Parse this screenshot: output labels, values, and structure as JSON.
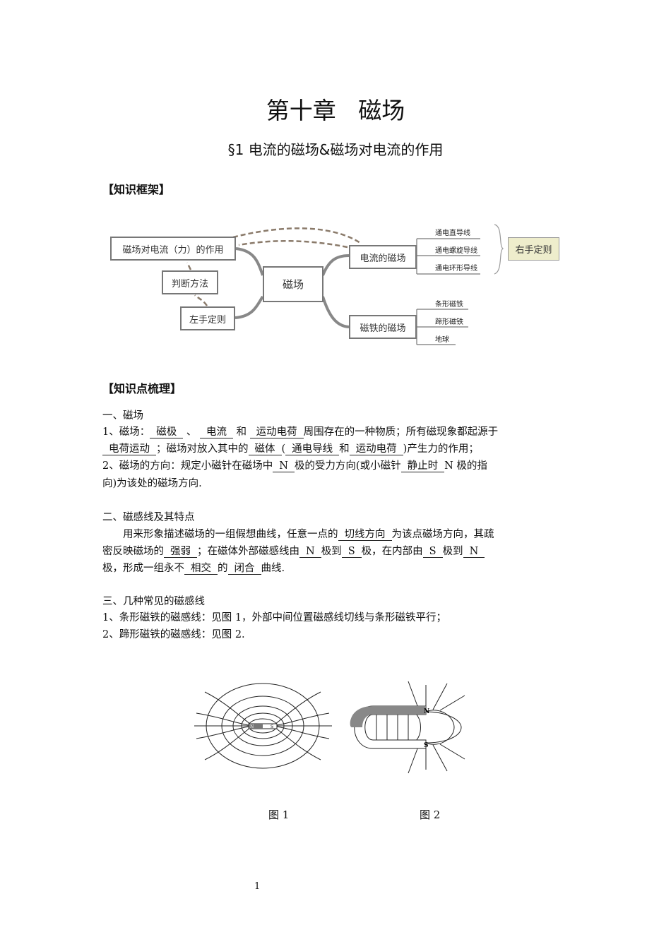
{
  "title": "第十章   磁场",
  "subtitle": "§1 电流的磁场&磁场对电流的作用",
  "section_framework": "【知识框架】",
  "section_points": "【知识点梳理】",
  "diagram": {
    "center": "磁场",
    "force": "磁场对电流（力）的作用",
    "judge": "判断方法",
    "left_hand": "左手定则",
    "current_field": "电流的磁场",
    "magnet_field": "磁铁的磁场",
    "current_leaves": [
      "通电直导线",
      "通电螺旋导线",
      "通电环形导线"
    ],
    "right_hand": "右手定则",
    "magnet_leaves": [
      "条形磁铁",
      "蹄形磁铁",
      "地球"
    ],
    "right_hand_fill": "#eeedcc"
  },
  "lines": [
    [
      {
        "t": "一、磁场"
      }
    ],
    [
      {
        "t": "1、磁场："
      },
      {
        "t": "磁极",
        "u": 1
      },
      {
        "t": " 、 "
      },
      {
        "t": "电流",
        "u": 1
      },
      {
        "t": " 和 "
      },
      {
        "t": "运动电荷",
        "u": 1
      },
      {
        "t": "周围存在的一种物质；所有磁现象都起源于"
      }
    ],
    [
      {
        "t": "电荷运动",
        "u": 1
      },
      {
        "t": "；磁场对放入其中的"
      },
      {
        "t": "磁体",
        "u": 1
      },
      {
        "t": "("
      },
      {
        "t": "通电导线",
        "u": 1
      },
      {
        "t": "和"
      },
      {
        "t": "运动电荷",
        "u": 1
      },
      {
        "t": ")产生力的作用；"
      }
    ],
    [
      {
        "t": "2、磁场的方向：规定小磁针在磁场中"
      },
      {
        "t": "N",
        "u": 1
      },
      {
        "t": "极的受力方向(或小磁针"
      },
      {
        "t": "静止时",
        "u": 1
      },
      {
        "t": "N 极的指"
      }
    ],
    [
      {
        "t": "向)为该处的磁场方向."
      }
    ],
    [
      {
        "t": "二、磁感线及其特点"
      }
    ],
    [
      {
        "t": "　　用来形象描述磁场的一组假想曲线，任意一点的"
      },
      {
        "t": "切线方向",
        "u": 1
      },
      {
        "t": "为该点磁场方向，其疏"
      }
    ],
    [
      {
        "t": "密反映磁场的"
      },
      {
        "t": "强弱",
        "u": 1
      },
      {
        "t": "；在磁体外部磁感线由"
      },
      {
        "t": "N",
        "u": 1
      },
      {
        "t": "极到"
      },
      {
        "t": "S",
        "u": 1
      },
      {
        "t": "极，在内部由"
      },
      {
        "t": "S",
        "u": 1
      },
      {
        "t": "极到"
      },
      {
        "t": "N",
        "u": 1
      }
    ],
    [
      {
        "t": "极，形成一组永不"
      },
      {
        "t": "相交",
        "u": 1
      },
      {
        "t": "的"
      },
      {
        "t": "闭合",
        "u": 1
      },
      {
        "t": "曲线."
      }
    ],
    [
      {
        "t": "三、几种常见的磁感线"
      }
    ],
    [
      {
        "t": "1、条形磁铁的磁感线：见图 1，外部中间位置磁感线切线与条形磁铁平行；"
      }
    ],
    [
      {
        "t": "2、蹄形磁铁的磁感线：见图 2."
      }
    ]
  ],
  "figures": {
    "fig1_caption": "图 1",
    "fig2_caption": "图 2",
    "pole_n": "N",
    "pole_s": "S"
  },
  "page_number": "1"
}
